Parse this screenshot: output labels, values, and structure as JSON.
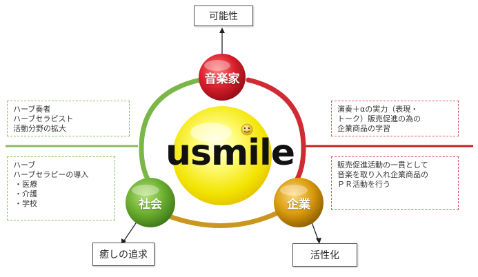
{
  "nodes": {
    "top": {
      "label": "音楽家",
      "color": "#d81e2a"
    },
    "left": {
      "label": "社会",
      "color": "#6aae2e"
    },
    "right": {
      "label": "企業",
      "color": "#d99a0c"
    }
  },
  "center": {
    "logo_text": "usmile",
    "smiley_icon": "smiley-face-icon"
  },
  "outcomes": {
    "top": "可能性",
    "bottom_left": "癒しの追求",
    "bottom_right": "活性化"
  },
  "notes": {
    "left_top": [
      "ハーブ奏者",
      "ハーブセラピスト",
      "活動分野の拡大"
    ],
    "left_bottom": {
      "lines": [
        "ハーブ",
        "ハーブセラピーの導入"
      ],
      "bullets": [
        "・医療",
        "・介護",
        "・学校"
      ]
    },
    "right_top": [
      "演奏＋αの実力（表現・",
      "トーク）販売促進の為の",
      "企業商品の学習"
    ],
    "right_bottom": [
      "販売促進活動の一貫として",
      "音楽を取り入れ企業商品の",
      "ＰＲ活動を行う"
    ]
  },
  "colors": {
    "divider_left": "#8dbb5a",
    "divider_right": "#cc1f1f",
    "ring_green": "#7ab648",
    "ring_red": "#d22a33",
    "ring_gold": "#c99720"
  }
}
